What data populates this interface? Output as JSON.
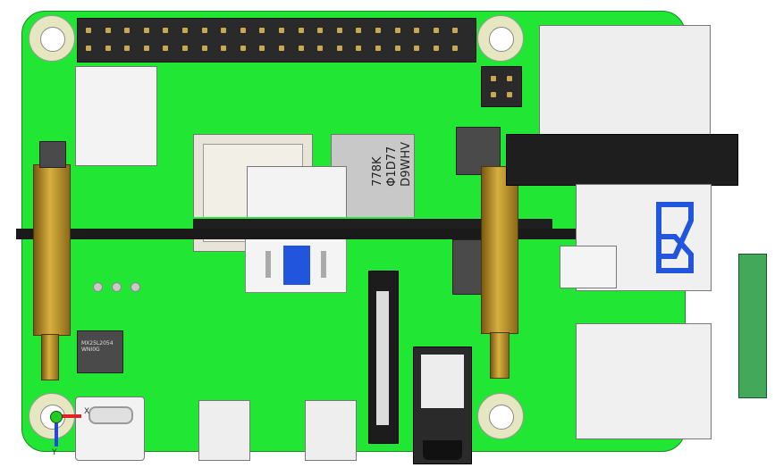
{
  "viewer": {
    "axes": {
      "x_label": "X",
      "y_label": "Y"
    }
  },
  "board": {
    "soc_marking_lines": [
      "778K",
      "Φ1D77",
      "D9WHV"
    ],
    "small_chip_marking": "MX25L2054 WNI0G",
    "gpio_pin_columns": 20,
    "gpio_pin_rows": 2
  },
  "colors": {
    "pcb": "#22e634",
    "background": "#ffffff",
    "connector_black": "#1e1e1e",
    "standoff_brass": "#c8a040",
    "usb3_blue": "#2255dd"
  },
  "icons": [
    "axis-triad-icon"
  ]
}
